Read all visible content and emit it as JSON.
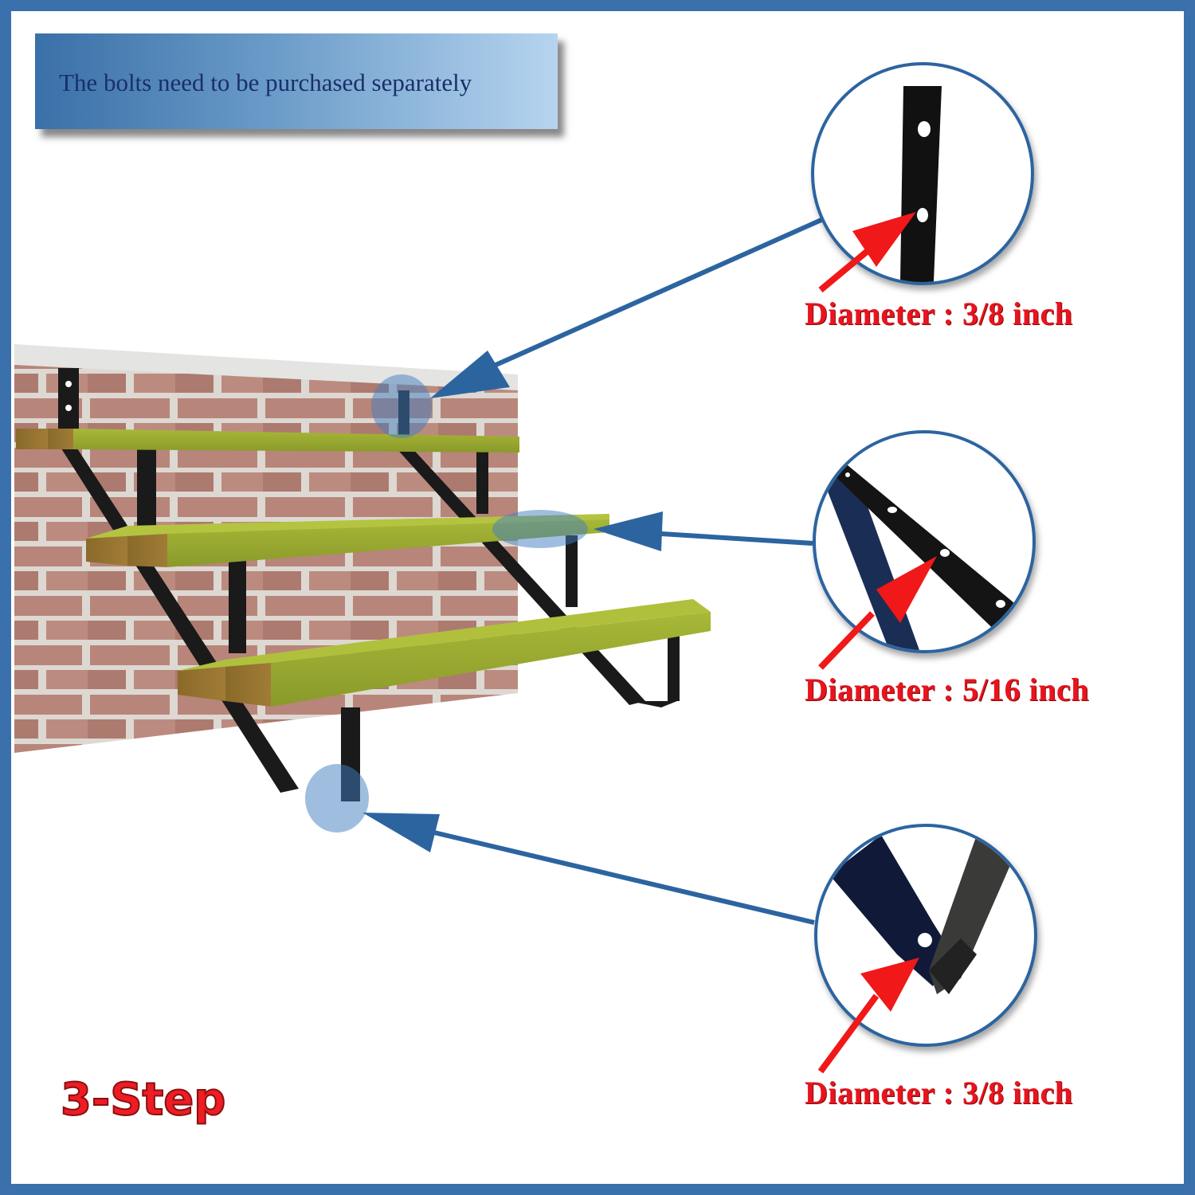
{
  "banner": {
    "text": "The bolts need to be purchased separately"
  },
  "callouts": [
    {
      "label": "Diameter : 3/8 inch",
      "location": "wall mounting bracket"
    },
    {
      "label": "Diameter : 5/16 inch",
      "location": "tread support rail"
    },
    {
      "label": "Diameter : 3/8 inch",
      "location": "bottom stringer foot"
    }
  ],
  "product": {
    "step_count_label": "3-Step"
  },
  "colors": {
    "frame": "#3a71ad",
    "accent_red": "#e8141e",
    "callout_blue": "#2c64a0",
    "banner_text": "#1a2f6a"
  }
}
